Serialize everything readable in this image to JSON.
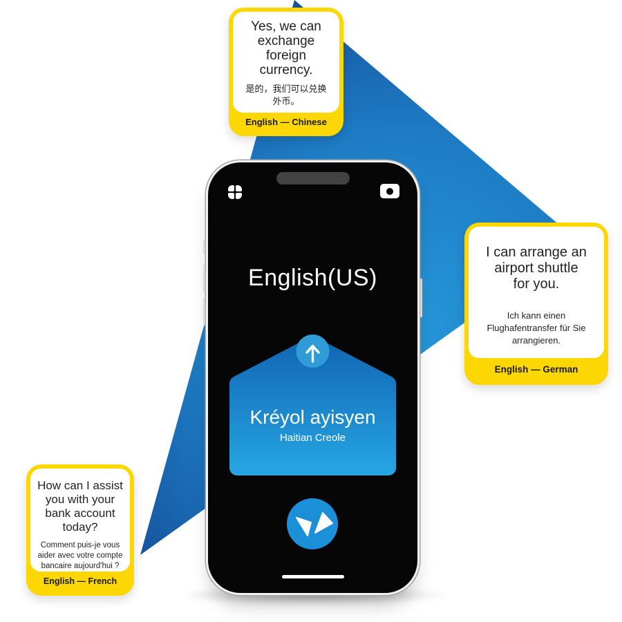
{
  "phone": {
    "source_language_label": "English(US)",
    "target_language": {
      "name": "Kréyol ayisyen",
      "english_name": "Haitian Creole"
    },
    "icons": {
      "grid": "apps-grid-icon",
      "camera": "camera-icon",
      "up_arrow": "arrow-up-icon",
      "swap": "swap-v-logo-icon",
      "home": "home-indicator"
    }
  },
  "cards": [
    {
      "id": "english-chinese",
      "headline": "Yes, we can\nexchange\nforeign\ncurrency.",
      "translation": "是的，我们可以兑换\n外币。",
      "label": "English — Chinese"
    },
    {
      "id": "english-german",
      "headline": "I can arrange an\nairport shuttle\nfor you.",
      "translation": "Ich kann einen\nFlughafentransfer für Sie\narrangieren.",
      "label": "English — German"
    },
    {
      "id": "english-french",
      "headline": "How can I assist\nyou with your\nbank account\ntoday?",
      "translation": "Comment puis-je vous\naider avec votre compte\nbancaire aujourd'hui ?",
      "label": "English — French"
    }
  ],
  "colors": {
    "accent_yellow": "#fcd703",
    "background_arrow_gradient": [
      "#2598da",
      "#1e7cc4",
      "#15509b"
    ],
    "pentagon_gradient_top": "#1064b2",
    "pentagon_gradient_bottom": "#27a6e2",
    "up_circle_blue": "#2f9cd8",
    "swap_button_blue": "#1b90d8",
    "text_dark": "#231f20"
  }
}
